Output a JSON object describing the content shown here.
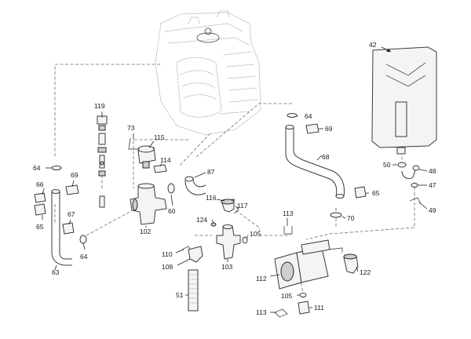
{
  "callouts": [
    {
      "id": "42",
      "text": "42"
    },
    {
      "id": "119",
      "text": "119"
    },
    {
      "id": "73",
      "text": "73"
    },
    {
      "id": "115",
      "text": "115"
    },
    {
      "id": "114",
      "text": "114"
    },
    {
      "id": "87",
      "text": "87"
    },
    {
      "id": "116",
      "text": "116"
    },
    {
      "id": "117",
      "text": "117"
    },
    {
      "id": "124",
      "text": "124"
    },
    {
      "id": "105a",
      "text": "105"
    },
    {
      "id": "102",
      "text": "102"
    },
    {
      "id": "60",
      "text": "60"
    },
    {
      "id": "64a",
      "text": "64"
    },
    {
      "id": "69a",
      "text": "69"
    },
    {
      "id": "66",
      "text": "66"
    },
    {
      "id": "65a",
      "text": "65"
    },
    {
      "id": "67",
      "text": "67"
    },
    {
      "id": "64b",
      "text": "64"
    },
    {
      "id": "63",
      "text": "63"
    },
    {
      "id": "110",
      "text": "110"
    },
    {
      "id": "108",
      "text": "108"
    },
    {
      "id": "103",
      "text": "103"
    },
    {
      "id": "51",
      "text": "51"
    },
    {
      "id": "64c",
      "text": "64"
    },
    {
      "id": "69b",
      "text": "69"
    },
    {
      "id": "68",
      "text": "68"
    },
    {
      "id": "65b",
      "text": "65"
    },
    {
      "id": "70",
      "text": "70"
    },
    {
      "id": "113a",
      "text": "113"
    },
    {
      "id": "112",
      "text": "112"
    },
    {
      "id": "122",
      "text": "122"
    },
    {
      "id": "105b",
      "text": "105"
    },
    {
      "id": "113b",
      "text": "113"
    },
    {
      "id": "111",
      "text": "111"
    },
    {
      "id": "50",
      "text": "50"
    },
    {
      "id": "48",
      "text": "48"
    },
    {
      "id": "47",
      "text": "47"
    },
    {
      "id": "49",
      "text": "49"
    }
  ]
}
